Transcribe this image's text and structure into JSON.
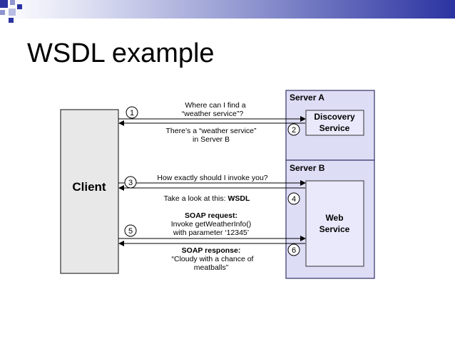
{
  "title": "WSDL example",
  "colors": {
    "server_fill": "#ddddf6",
    "server_border": "#333366",
    "service_fill": "#e9e9fb",
    "client_fill": "#e8e8e8",
    "header_dark": "#2b33a1",
    "header_light": "#dfe1f3"
  },
  "diagram": {
    "client_label": "Client",
    "server_a": {
      "label": "Server A",
      "service": [
        "Discovery",
        "Service"
      ]
    },
    "server_b": {
      "label": "Server B",
      "service": [
        "Web",
        "Service"
      ]
    },
    "messages": [
      {
        "step": "1",
        "lines": [
          "Where can I find a",
          "“weather service”?"
        ]
      },
      {
        "step": "2",
        "lines": [
          "There’s a “weather service”",
          "in Server B"
        ]
      },
      {
        "step": "3",
        "lines": [
          "How exactly should I invoke you?"
        ]
      },
      {
        "step": "4",
        "lines": [
          "Take a look at this: WSDL"
        ]
      },
      {
        "step": "5",
        "lines": [
          "SOAP request:",
          "Invoke getWeatherInfo()",
          "with parameter ‘12345’"
        ]
      },
      {
        "step": "6",
        "lines": [
          "SOAP response:",
          "“Cloudy with a chance of",
          "meatballs”"
        ]
      }
    ]
  }
}
